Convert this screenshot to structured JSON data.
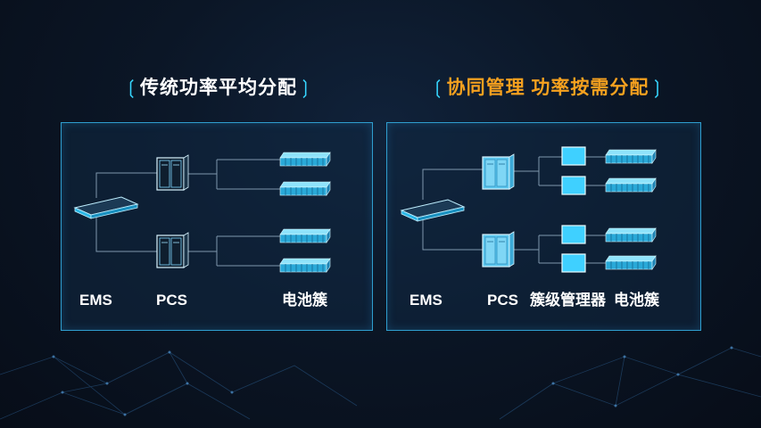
{
  "left_panel": {
    "title": "传统功率平均分配",
    "labels": {
      "ems": "EMS",
      "pcs": "PCS",
      "cluster": "电池簇"
    }
  },
  "right_panel": {
    "title": "协同管理 功率按需分配",
    "labels": {
      "ems": "EMS",
      "pcs": "PCS",
      "manager": "簇级管理器",
      "cluster": "电池簇"
    }
  },
  "colors": {
    "title_left": "#ffffff",
    "title_right": "#f6a11f",
    "accent": "#36d6ff",
    "panel_border": "#2f9ecf"
  }
}
